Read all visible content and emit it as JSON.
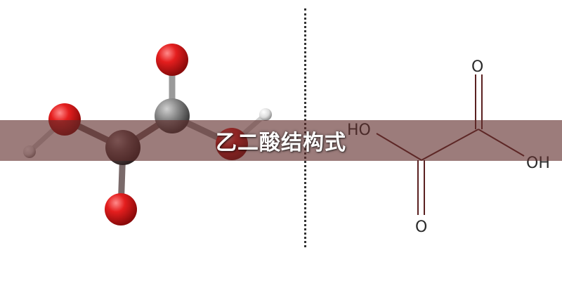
{
  "banner": {
    "title": "乙二酸结构式"
  },
  "skeletal_formula": {
    "top_oxygen": "O",
    "left_hydroxyl": "HO",
    "right_hydroxyl": "OH",
    "bottom_oxygen": "O"
  },
  "colors": {
    "oxygen": "#d81818",
    "carbon": "#5a4a4a",
    "hydrogen": "#e8e8e8",
    "bond": "#5a2020",
    "banner": "#602c2a"
  }
}
